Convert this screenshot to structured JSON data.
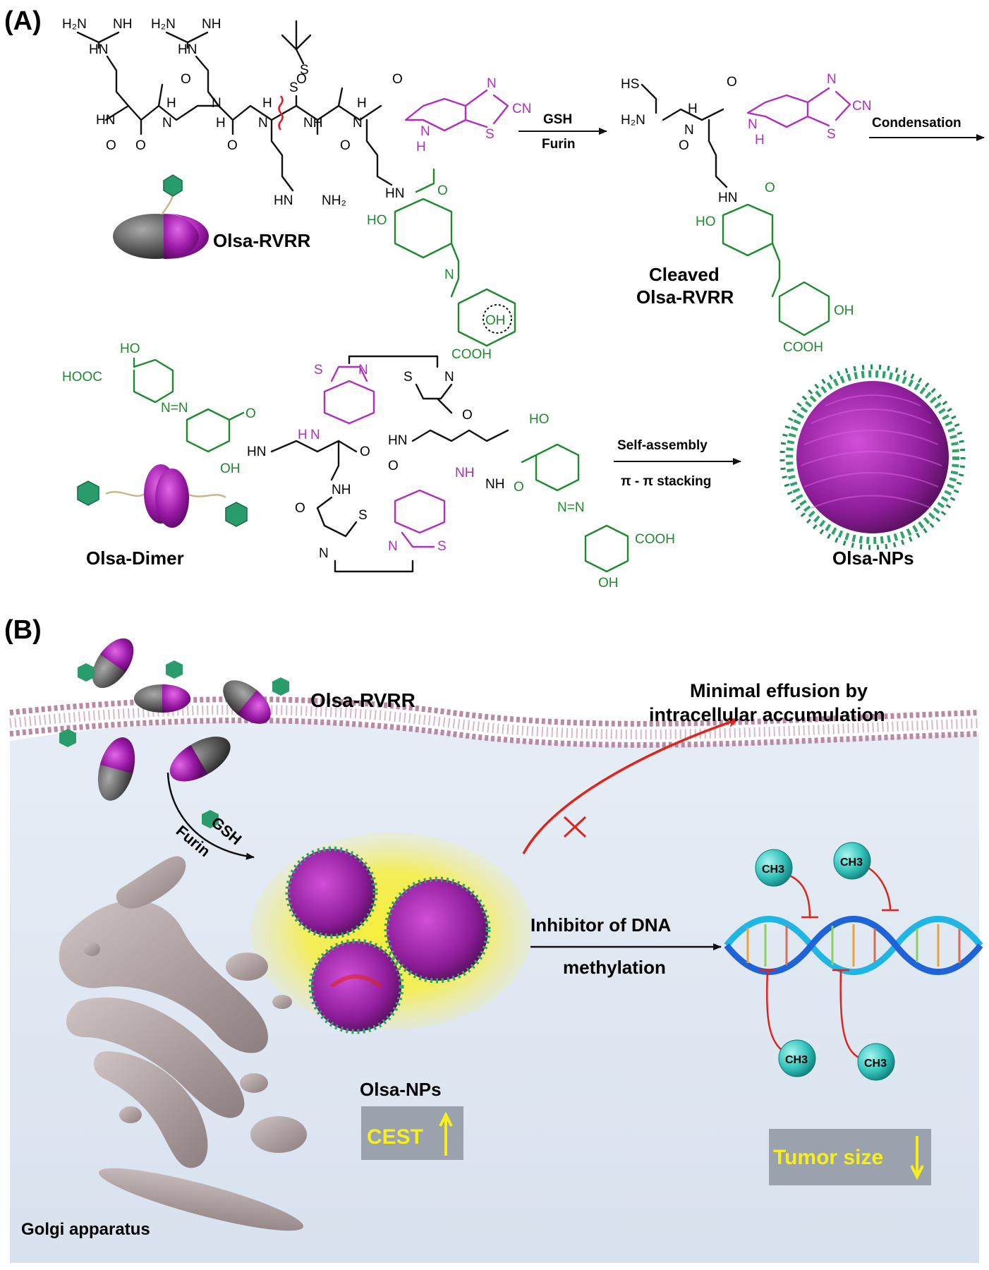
{
  "panels": {
    "a_label": "(A)",
    "b_label": "(B)"
  },
  "panel_a": {
    "molecule_1_name": "Olsa-RVRR",
    "step_1_reagent_top": "GSH",
    "step_1_reagent_bottom": "Furin",
    "molecule_2_name_line1": "Cleaved",
    "molecule_2_name_line2": "Olsa-RVRR",
    "step_2_label": "Condensation",
    "dimer_name": "Olsa-Dimer",
    "step_3_label_top": "Self-assembly",
    "step_3_label_bottom": "π - π stacking",
    "nanoparticle_name": "Olsa-NPs",
    "atom_labels": {
      "guanidine_1": "H₂N",
      "guanidine_nh": "NH",
      "guanidine_hn": "HN",
      "hn": "HN",
      "nh": "NH",
      "n": "N",
      "h": "H",
      "o": "O",
      "s": "S",
      "cn": "CN",
      "ho": "HO",
      "oh": "OH",
      "cooh": "COOH",
      "hooc": "HOOC",
      "hs": "HS",
      "h2n": "H₂N",
      "nh2": "NH₂",
      "azo": "N=N"
    }
  },
  "panel_b": {
    "molecule_label": "Olsa-RVRR",
    "effusion_line1": "Minimal effusion by",
    "effusion_line2": "intracellular accumulation",
    "enzyme_gsh": "GSH",
    "enzyme_furin": "Furin",
    "inhibitor_line1": "Inhibitor of DNA",
    "inhibitor_line2": "methylation",
    "methyl_label": "CH3",
    "nps_label": "Olsa-NPs",
    "cest_label": "CEST",
    "tumor_label": "Tumor size",
    "golgi_label": "Golgi apparatus"
  },
  "colors": {
    "peptide": "#111111",
    "benzothiazole": "#b12fbf",
    "olsalazine": "#1e8a2e",
    "cleavage": "#e0231b",
    "cytoplasm": "#dfe8f3",
    "membrane_head": "#b98aa3",
    "glow": "#f4ec3a",
    "badge": "#9aa3ad",
    "badge_text": "#f7ee1a",
    "methyl": "#39c8c0",
    "dna_blue": "#1f63d9",
    "dna_cyan": "#1fb6e4"
  }
}
